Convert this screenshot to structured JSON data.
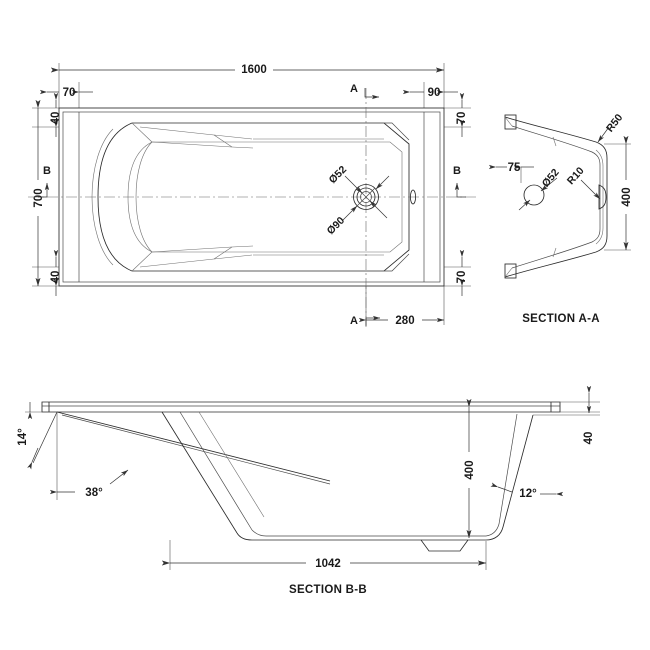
{
  "drawing": {
    "type": "technical-drawing",
    "subject": "single-ended rectangular bath",
    "units": "mm",
    "background": "#ffffff",
    "line_color": "#2b2b2b",
    "text_color": "#1a1a1a"
  },
  "plan_view": {
    "name": "plan",
    "dimensions": {
      "overall_length": "1600",
      "overall_width": "700",
      "left_offset": "70",
      "right_offset": "90",
      "top_inset": "40",
      "bottom_inset": "40",
      "top_right_inset": "70",
      "bottom_right_inset": "70",
      "waste_from_end": "280"
    },
    "waste": {
      "inner_diameter": "Ø52",
      "outer_diameter": "Ø90"
    },
    "section_marks": {
      "a_top": "A",
      "a_bottom": "A",
      "b_left": "B",
      "b_right": "B"
    }
  },
  "section_aa": {
    "title": "SECTION A-A",
    "dimensions": {
      "height": "400",
      "waste_offset": "75",
      "waste_diameter": "Ø52",
      "top_radius": "R50",
      "inner_radius": "R10"
    }
  },
  "section_bb": {
    "title": "SECTION B-B",
    "dimensions": {
      "base_length": "1042",
      "depth": "400",
      "rim_height": "40",
      "backrest_angle": "14°",
      "backrest_lower_angle": "38°",
      "foot_end_angle": "12°"
    }
  }
}
